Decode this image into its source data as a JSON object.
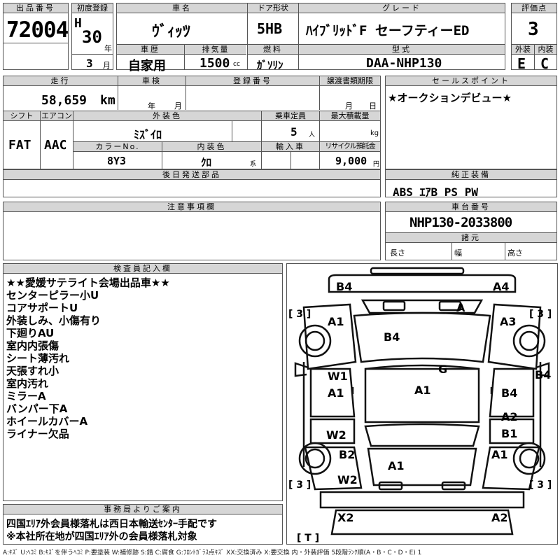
{
  "lot": {
    "label": "出品番号",
    "value": "72004"
  },
  "first_reg": {
    "label": "初度登録",
    "era": "H",
    "year": "30",
    "year_unit": "年",
    "month": "3",
    "month_unit": "月"
  },
  "car_name": {
    "label": "車名",
    "value": "ｳﾞｨｯﾂ"
  },
  "door": {
    "label": "ドア形状",
    "value": "5HB"
  },
  "grade": {
    "label": "グレード",
    "value": "ﾊｲﾌﾞﾘｯﾄﾞF セーフティーED"
  },
  "score": {
    "label": "評価点",
    "value": "3"
  },
  "history": {
    "label": "車歴",
    "value": "自家用"
  },
  "displacement": {
    "label": "排気量",
    "value": "1500",
    "unit": "cc"
  },
  "fuel": {
    "label": "燃料",
    "value": "ｶﾞｿﾘﾝ"
  },
  "model": {
    "label": "型式",
    "value": "DAA-NHP130"
  },
  "ext_grade": {
    "label": "外装",
    "value": "E"
  },
  "int_grade": {
    "label": "内装",
    "value": "C"
  },
  "mileage": {
    "label": "走行",
    "value": "58,659",
    "unit": "km"
  },
  "inspection": {
    "label": "車検",
    "year_unit": "年",
    "month_unit": "月"
  },
  "plate": {
    "label": "登録番号"
  },
  "transfer": {
    "label": "譲渡書類期限",
    "month_unit": "月",
    "day_unit": "日"
  },
  "sales_point": {
    "label": "セールスポイント",
    "value": "★オークションデビュー★"
  },
  "shift": {
    "label": "シフト",
    "value": "FAT"
  },
  "aircon": {
    "label": "エアコン",
    "value": "AAC"
  },
  "ext_color": {
    "label": "外装色",
    "value": "ﾐｽﾞｲﾛ"
  },
  "capacity": {
    "label": "乗車定員",
    "value": "5",
    "unit": "人"
  },
  "max_load": {
    "label": "最大積載量",
    "unit": "kg"
  },
  "color_no": {
    "label": "カラーNo.",
    "value": "8Y3"
  },
  "int_color": {
    "label": "内装色",
    "value": "ｸﾛ",
    "unit": "系"
  },
  "import": {
    "label": "輸入車"
  },
  "recycle": {
    "label": "リサイクル預託金",
    "value": "9,000",
    "unit": "円"
  },
  "later_parts": {
    "label": "後日発送部品"
  },
  "genuine_equipment": {
    "label": "純正装備",
    "value": "ABS ｴｱB PS PW"
  },
  "notes": {
    "label": "注意事項欄"
  },
  "chassis": {
    "label": "車台番号",
    "value": "NHP130-2033800"
  },
  "dims": {
    "label": "諸元",
    "length": "長さ",
    "width": "幅",
    "height": "高さ"
  },
  "inspector": {
    "label": "検査員記入欄",
    "lines": [
      "★★愛媛サテライト会場出品車★★",
      "センターピラー小U",
      "コアサポートU",
      "外装しみ、小傷有り",
      "下廻りAU",
      "室内内張傷",
      "シート薄汚れ",
      "天張すれ小",
      "室内汚れ",
      "ミラーA",
      "バンパー下A",
      "ホイールカバーA",
      "ライナー欠品"
    ]
  },
  "office": {
    "label": "事務局よりご案内",
    "line1": "四国ｴﾘｱ外会員様落札は西日本輸送ｾﾝﾀｰ手配です",
    "line2": "※本社所在地が四国ｴﾘｱ外の会員様落札対象"
  },
  "diagram_marks": {
    "b4_front": "B4",
    "a4_front": "A4",
    "a_glass": "A",
    "a1_lf": "A1",
    "a3_rf": "A3",
    "b4_hood": "B4",
    "g_roof": "G",
    "b4_rfender": "B4",
    "w1": "W1",
    "a1_ldoor": "A1",
    "a1_roof": "A1",
    "b4_rdoor": "B4",
    "a2_rdoor": "A2",
    "b1_rdoor": "B1",
    "w2_ldoor": "W2",
    "b2_lr": "B2",
    "a1_rr": "A1",
    "a1_trunk": "A1",
    "w2_lrear": "W2",
    "x2": "X2",
    "a2_rear": "A2",
    "tire_lf": "[ 3 ]",
    "tire_rf": "[ 3 ]",
    "tire_lr": "[ 3 ]",
    "tire_rr": "[ 3 ]",
    "tire_spare": "[ T ]"
  },
  "legend": "A:ｷｽﾞ U:ﾍｺﾐ B:ｷｽﾞを伴うﾍｺﾐ P:要塗装 W:補修跡 S:錆 C:腐食 G:ﾌﾛﾝﾄｶﾞﾗｽ点ｷｽﾞ XX:交換済み X:要交換 内・外装評価 5段階ﾗﾝｸ順(A・B・C・D・E) 1"
}
